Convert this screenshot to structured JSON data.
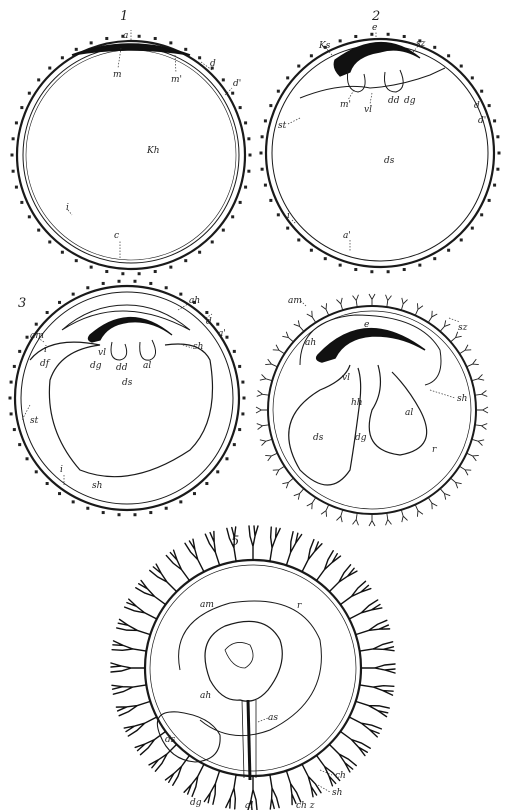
{
  "figures": [
    {
      "number": "1",
      "labels": [
        "a",
        "m",
        "m'",
        "d",
        "d'",
        "Kh",
        "i",
        "c"
      ]
    },
    {
      "number": "2",
      "labels": [
        "Ks",
        "e",
        "sz",
        "m'",
        "vl",
        "dd",
        "dg",
        "d",
        "d'",
        "st",
        "ds",
        "i",
        "a'"
      ]
    },
    {
      "number": "3",
      "labels": [
        "ah",
        "d",
        "a'",
        "am",
        "sh",
        "i",
        "df",
        "vl",
        "dg",
        "dd",
        "al",
        "st",
        "ds",
        "i",
        "sh"
      ]
    },
    {
      "number": "4",
      "labels": [
        "am",
        "sz",
        "ah",
        "e",
        "vl",
        "hh",
        "ds",
        "dg",
        "al",
        "sh",
        "r"
      ]
    },
    {
      "number": "5",
      "labels": [
        "am",
        "r",
        "ah",
        "as",
        "ds",
        "ch",
        "sh",
        "dg",
        "al",
        "ch z"
      ]
    }
  ]
}
